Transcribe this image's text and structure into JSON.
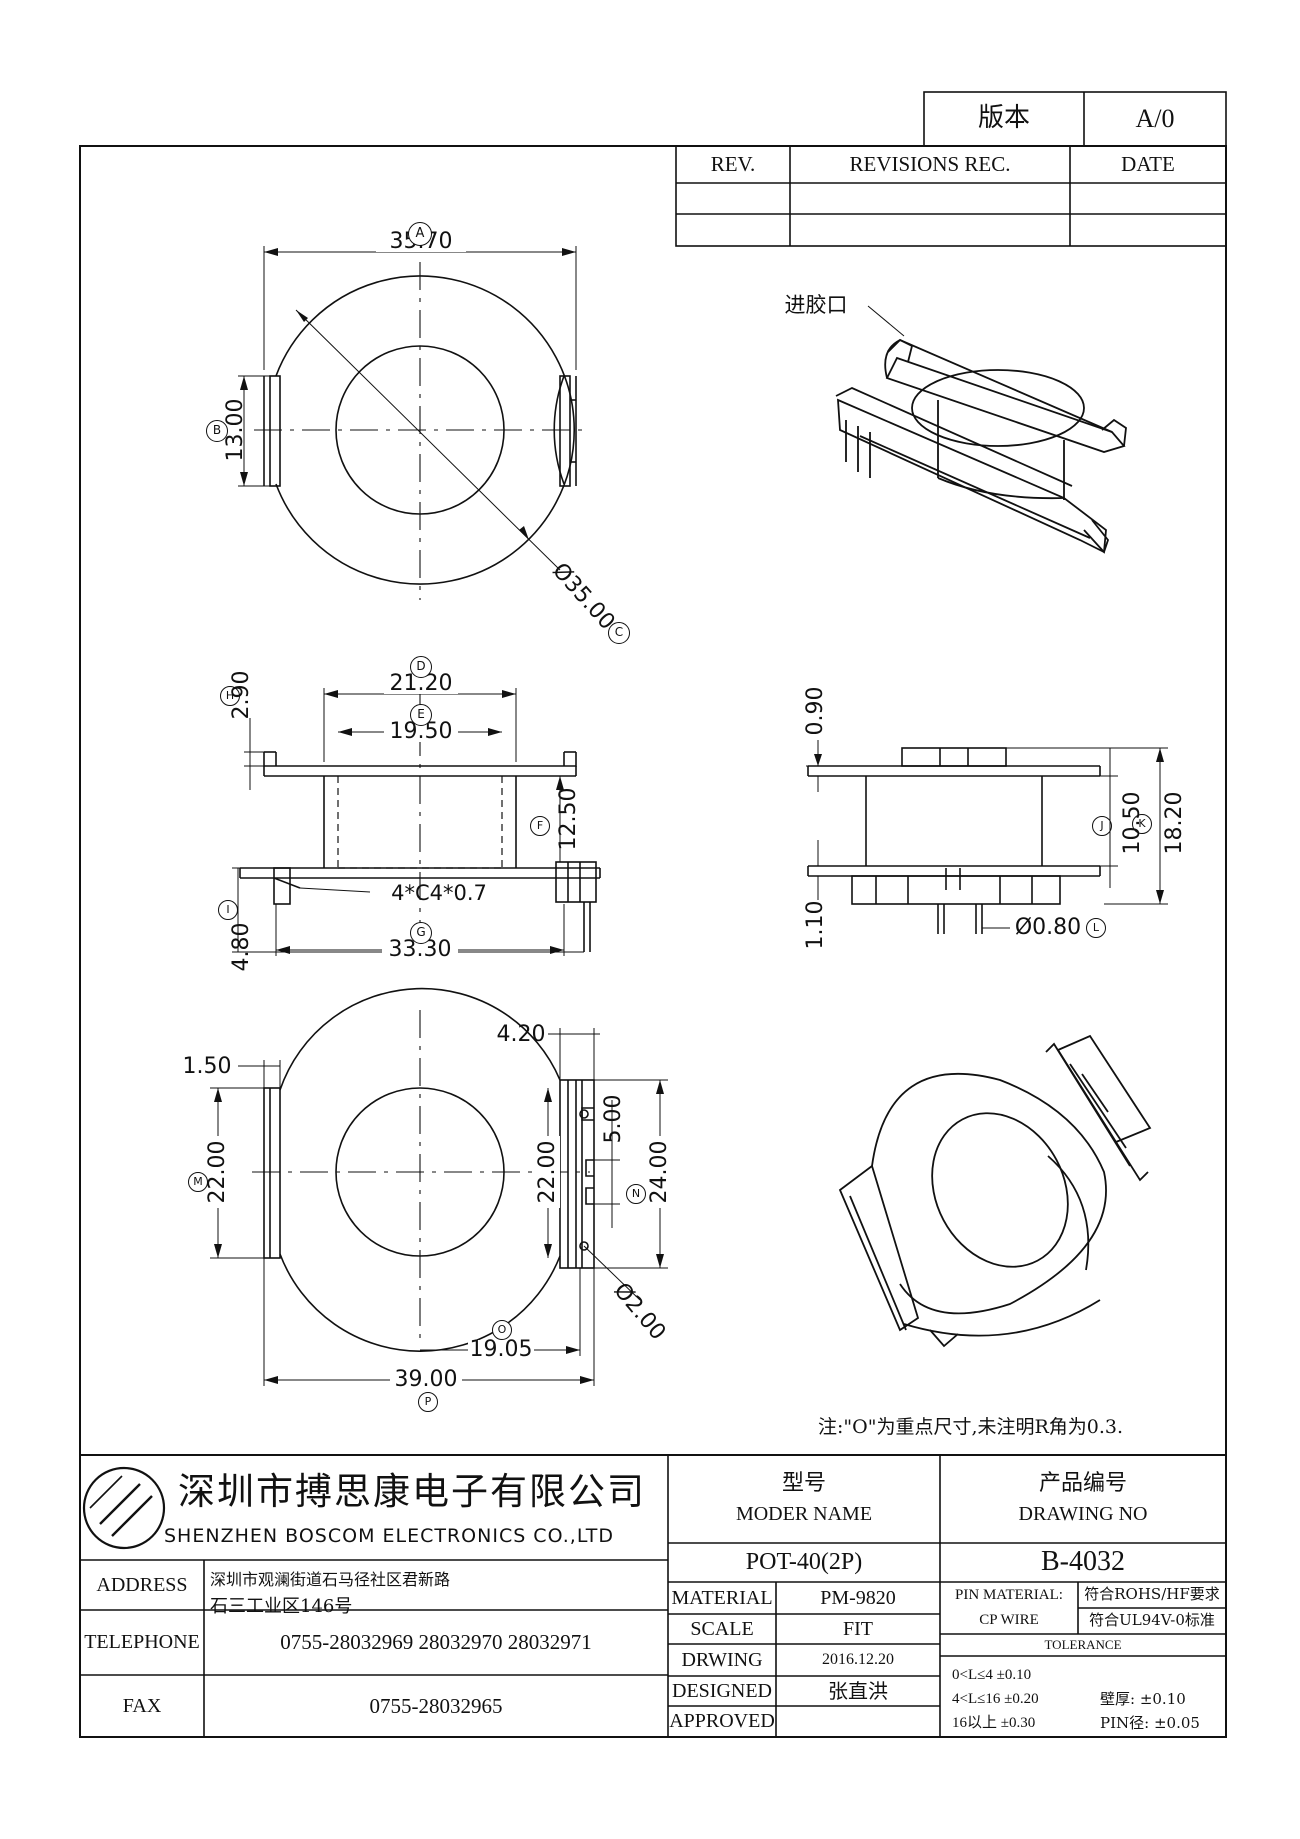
{
  "version_box": {
    "label": "版本",
    "value": "A/0"
  },
  "revisions": {
    "headers": [
      "REV.",
      "REVISIONS REC.",
      "DATE"
    ]
  },
  "drawing": {
    "gate_label": "进胶口",
    "top_view": {
      "dim_a": "35.70",
      "dim_b": "13.00",
      "dim_c": "Ø35.00",
      "c_ref": "C",
      "a_ref": "A",
      "b_ref": "B"
    },
    "front_view": {
      "dim_d": "21.20",
      "dim_e": "19.50",
      "dim_f": "12.50",
      "dim_g": "33.30",
      "dim_h": "2.90",
      "dim_i": "4.80",
      "chamfer": "4*C4*0.7",
      "d_ref": "D",
      "e_ref": "E",
      "f_ref": "F",
      "g_ref": "G",
      "h_ref": "H",
      "i_ref": "I"
    },
    "side_view": {
      "dim_090": "0.90",
      "dim_j": "10.50",
      "dim_k": "18.20",
      "dim_110": "1.10",
      "dim_l": "Ø0.80",
      "j_ref": "J",
      "k_ref": "K",
      "l_ref": "L"
    },
    "bottom_view": {
      "dim_150": "1.50",
      "dim_420": "4.20",
      "dim_m": "22.00",
      "dim_22b": "22.00",
      "dim_500": "5.00",
      "dim_n": "24.00",
      "dim_200": "Ø2.00",
      "dim_o": "19.05",
      "dim_p": "39.00",
      "m_ref": "M",
      "n_ref": "N",
      "o_ref": "O",
      "p_ref": "P"
    },
    "note": "注:\"O\"为重点尺寸,未注明R角为0.3."
  },
  "title_block": {
    "company_cn": "深圳市搏思康电子有限公司",
    "company_en": "SHENZHEN BOSCOM ELECTRONICS CO.,LTD",
    "model_label_cn": "型号",
    "model_label_en": "MODER NAME",
    "drawing_no_label_cn": "产品编号",
    "drawing_no_label_en": "DRAWING NO",
    "model_name": "POT-40(2P)",
    "drawing_no": "B-4032",
    "address_label": "ADDRESS",
    "address_line1": "深圳市观澜街道石马径社区君新路",
    "address_line2": "石三工业区146号",
    "telephone_label": "TELEPHONE",
    "telephone": "0755-28032969 28032970 28032971",
    "fax_label": "FAX",
    "fax": "0755-28032965",
    "material_label": "MATERIAL",
    "material": "PM-9820",
    "scale_label": "SCALE",
    "scale": "FIT",
    "drawing_label": "DRWING",
    "drawing_date": "2016.12.20",
    "designed_label": "DESIGNED",
    "designer": "张直洪",
    "approved_label": "APPROVED",
    "approved": "",
    "pin_material_label": "PIN MATERIAL:",
    "pin_material": "CP WIRE",
    "rohs": "符合ROHS/HF要求",
    "ul": "符合UL94V-0标准",
    "tolerance_label": "TOLERANCE",
    "tol_row1": "0<L≤4  ±0.10",
    "tol_row2": "4<L≤16  ±0.20",
    "tol_row3": "16以上    ±0.30",
    "wall_label": "壁厚:  ±0.10",
    "pin_dia_label": "PIN径: ±0.05"
  },
  "colors": {
    "line": "#111111",
    "background": "#ffffff"
  }
}
